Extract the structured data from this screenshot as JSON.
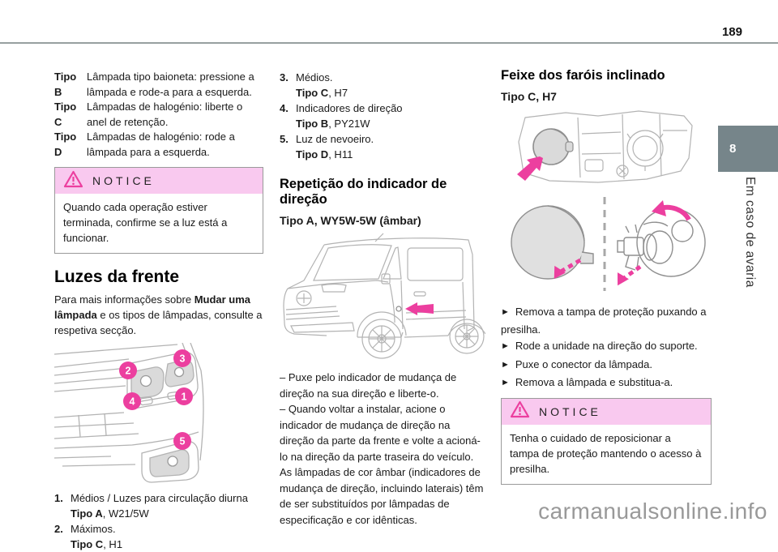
{
  "page": {
    "number": "189",
    "watermark": "carmanualsonline.info"
  },
  "sidebar": {
    "tab_number": "8",
    "chapter_label": "Em caso de avaria"
  },
  "colors": {
    "accent_pink": "#ec3f9f",
    "notice_header_bg": "#f9c9ef",
    "tab_bg": "#76858a"
  },
  "bulb_types": [
    {
      "term": "Tipo B",
      "desc": "Lâmpada tipo baioneta: pressione a lâmpada e rode-a para a esquerda."
    },
    {
      "term": "Tipo C",
      "desc": "Lâmpadas de halogénio: liberte o anel de retenção."
    },
    {
      "term": "Tipo D",
      "desc": "Lâmpadas de halogénio: rode a lâmpada para a esquerda."
    }
  ],
  "notice_general": {
    "title": "NOTICE",
    "body": "Quando cada operação estiver terminada, confirme se a luz está a funcionar."
  },
  "front_lights": {
    "title": "Luzes da frente",
    "intro_before": "Para mais informações sobre ",
    "intro_bold": "Mudar uma lâmpada",
    "intro_after": " e os tipos de lâmpadas, consulte a respetiva secção.",
    "markers": [
      "1",
      "2",
      "3",
      "4",
      "5"
    ],
    "items": [
      {
        "num": "1.",
        "label": "Médios / Luzes para circulação diurna",
        "type": "Tipo A",
        "spec": ", W21/5W"
      },
      {
        "num": "2.",
        "label": "Máximos.",
        "type": "Tipo C",
        "spec": ", H1"
      },
      {
        "num": "3.",
        "label": "Médios.",
        "type": "Tipo C",
        "spec": ", H7"
      },
      {
        "num": "4.",
        "label": "Indicadores de direção",
        "type": "Tipo B",
        "spec": ", PY21W"
      },
      {
        "num": "5.",
        "label": "Luz de nevoeiro.",
        "type": "Tipo D",
        "spec": ", H11"
      }
    ]
  },
  "indicator_repeater": {
    "title": "Repetição do indicador de direção",
    "subtitle": "Tipo A, WY5W-5W (âmbar)",
    "steps": [
      "– Puxe pelo indicador de mudança de direção na sua direção e liberte-o.",
      "– Quando voltar a instalar, acione o indicador de mudança de direção na direção da parte da frente e volte a acioná-lo na direção da parte traseira do veículo."
    ],
    "note": "As lâmpadas de cor âmbar (indicadores de mudança de direção, incluindo laterais) têm de ser substituídos por lâmpadas de especificação e cor idênticas."
  },
  "headlight_beam": {
    "title": "Feixe dos faróis inclinado",
    "subtitle": "Tipo C, H7",
    "bullet_glyph": "►",
    "steps": [
      "Remova a tampa de proteção puxando a presilha.",
      "Rode a unidade na direção do suporte.",
      "Puxe o conector da lâmpada.",
      "Remova a lâmpada e substitua-a."
    ],
    "notice": {
      "title": "NOTICE",
      "body": "Tenha o cuidado de reposicionar a tampa de proteção mantendo o acesso à presilha."
    }
  }
}
